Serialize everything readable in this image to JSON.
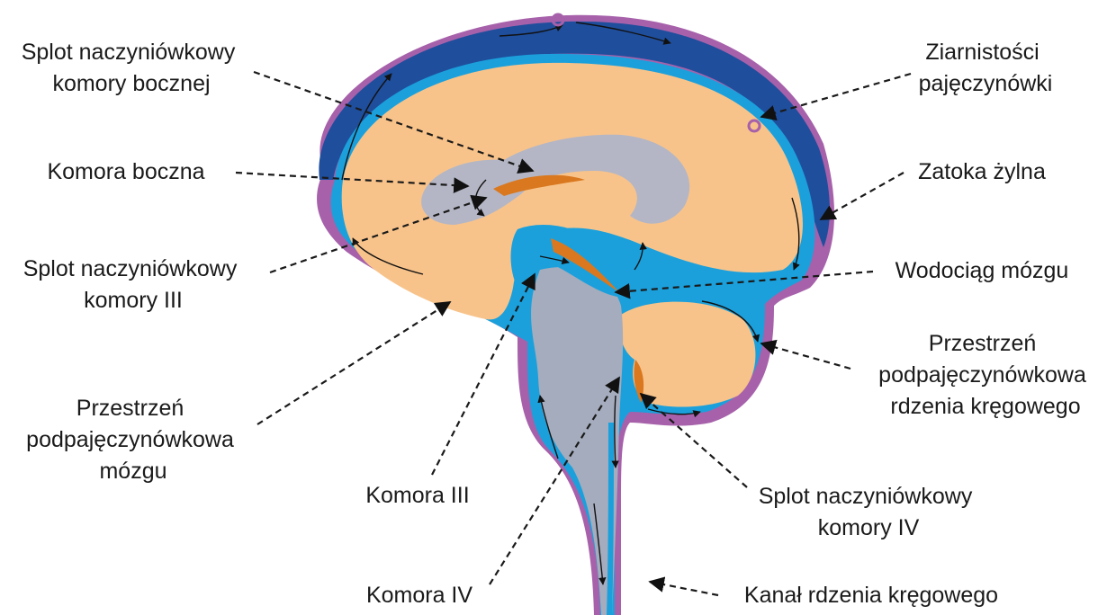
{
  "labels": {
    "splot_komory_bocznej": [
      "Splot naczyniówkowy",
      "komory bocznej"
    ],
    "komora_boczna": [
      "Komora boczna"
    ],
    "splot_komory_iii": [
      "Splot naczyniówkowy",
      "komory III"
    ],
    "przestrzen_mozgu": [
      "Przestrzeń",
      "podpajęczynówkowa",
      "mózgu"
    ],
    "komora_iii": [
      "Komora III"
    ],
    "komora_iv": [
      "Komora IV"
    ],
    "ziarnistosci": [
      "Ziarnistości",
      "pajęczynówki"
    ],
    "zatoka": [
      "Zatoka żylna"
    ],
    "wodociag": [
      "Wodociąg mózgu"
    ],
    "przestrzen_rdzenia": [
      "Przestrzeń",
      "podpajęczynówkowa",
      "rdzenia kręgowego"
    ],
    "splot_komory_iv": [
      "Splot naczyniówkowy",
      "komory IV"
    ],
    "kanal": [
      "Kanał rdzenia kręgowego"
    ]
  },
  "colors": {
    "sinus": "#1f4e9c",
    "meninges": "#a661aa",
    "csf": "#1ba0dc",
    "brain": "#f8c38a",
    "brainstem": "#a4acbd",
    "ventricle": "#b4b6c5",
    "choroid": "#d9781f"
  }
}
